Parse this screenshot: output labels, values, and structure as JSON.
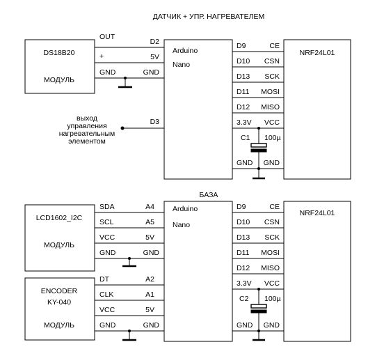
{
  "top": {
    "title": "ДАТЧИК + УПР. НАГРЕВАТЕЛЕМ",
    "ds18b20": {
      "name": "DS18B20",
      "label": "МОДУЛЬ",
      "pins": [
        "OUT",
        "+",
        "GND"
      ]
    },
    "arduino": {
      "line1": "Arduino",
      "line2": "Nano",
      "left_pins": [
        "D2",
        "5V",
        "GND",
        "D3"
      ],
      "right_pins": [
        "D9",
        "D10",
        "D13",
        "D11",
        "D12",
        "3.3V",
        "GND"
      ]
    },
    "nrf": {
      "name": "NRF24L01",
      "pins": [
        "CE",
        "CSN",
        "SCK",
        "MOSI",
        "MISO",
        "VCC",
        "GND"
      ]
    },
    "heater_note": [
      "выход",
      "управления",
      "нагревательным",
      "элементом"
    ],
    "capacitor": {
      "ref": "C1",
      "value": "100µ"
    }
  },
  "base": {
    "title": "БАЗА",
    "lcd": {
      "name": "LCD1602_I2C",
      "label": "МОДУЛЬ",
      "pins": [
        "SDA",
        "SCL",
        "VCC",
        "GND"
      ]
    },
    "encoder": {
      "name1": "ENCODER",
      "name2": "KY-040",
      "label": "МОДУЛЬ",
      "pins": [
        "DT",
        "CLK",
        "VCC",
        "GND"
      ]
    },
    "arduino": {
      "line1": "Arduino",
      "line2": "Nano",
      "left_pins": [
        "A4",
        "A5",
        "5V",
        "GND",
        "A2",
        "A1",
        "5V",
        "GND"
      ],
      "right_pins": [
        "D9",
        "D10",
        "D13",
        "D11",
        "D12",
        "3.3V",
        "GND"
      ]
    },
    "nrf": {
      "name": "NRF24L01",
      "pins": [
        "CE",
        "CSN",
        "SCK",
        "MOSI",
        "MISO",
        "VCC",
        "GND"
      ]
    },
    "capacitor": {
      "ref": "C2",
      "value": "100µ"
    }
  }
}
